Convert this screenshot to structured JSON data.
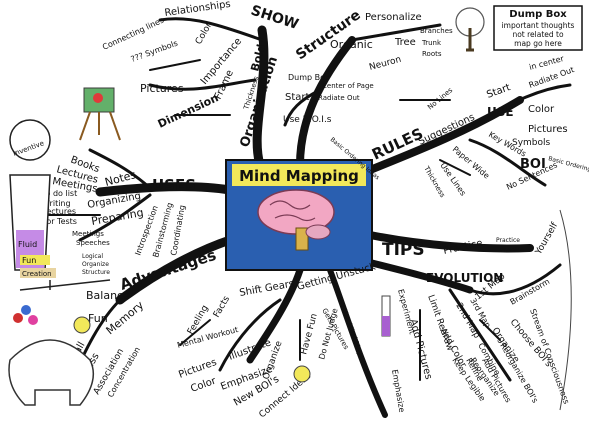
{
  "center": {
    "title": "Mind Mapping",
    "colors": {
      "frame_bg": "#2a5fb0",
      "brain": "#f2a7c3",
      "title_bg": "#f2e85a"
    }
  },
  "dump_box": {
    "title": "Dump Box",
    "lines": [
      "important thoughts",
      "not related to",
      "map go here"
    ]
  },
  "branches": {
    "show": {
      "title": "SHOW",
      "labels": [
        "Relationships",
        "Connecting lines",
        "??? Symbols",
        "Color",
        "Importance",
        "Pictures",
        "Dimension",
        "Frame",
        "Bold",
        "Thickness",
        "Organization"
      ]
    },
    "structure": {
      "title": "Structure",
      "labels": [
        "Personalize",
        "Organic",
        "Tree",
        "Branches",
        "Trunk",
        "Roots",
        "Neuron",
        "Dump Box",
        "Start",
        "Center of Page",
        "Radiate Out",
        "Use B.O.I.s",
        "Basic Ordering Ideas"
      ]
    },
    "rules": {
      "title": "RULES",
      "labels": [
        "No Lines",
        "Suggestions",
        "Start",
        "in center",
        "Radiate Out",
        "USE",
        "Color",
        "Pictures",
        "Symbols",
        "Key Words",
        "BOI",
        "Basic Ordering Idea",
        "No Sentences",
        "Paper Wide",
        "Use Lines",
        "Thickness"
      ]
    },
    "uses": {
      "title": "USES",
      "labels": [
        "Books",
        "Lectures",
        "Meetings",
        "To do list",
        "Writing",
        "Lectures",
        "Notes",
        "Organizing",
        "For Tests",
        "Preparing",
        "Meetings",
        "Speeches",
        "Introspection",
        "Brainstorming",
        "Coordinating"
      ]
    },
    "tips": {
      "title": "TIPS",
      "labels": [
        "Practice",
        "Practice",
        "Practice"
      ]
    },
    "advantages": {
      "title": "Advantages",
      "labels": [
        "Logical",
        "Organize",
        "Structure",
        "Balance",
        "Fun",
        "Memory",
        "Recall",
        "Access",
        "Association",
        "Concentration"
      ]
    },
    "bottom": {
      "labels": [
        "Shift Gears",
        "Getting Unstuck",
        "Gets Pictures",
        "Feeling",
        "Facts",
        "Mental Workout",
        "Pictures",
        "Illustrate",
        "Color",
        "Emphasize",
        "New BOI's",
        "Organize",
        "Connect Ideas",
        "Have Fun",
        "Do Not Judge",
        "Use Mind Maps",
        "Experiment",
        "Add Pictures",
        "Emphasize",
        "Limit Redraw",
        "Add Color",
        "Keep Legible",
        "Reorganize"
      ]
    },
    "evolution": {
      "title": "EVOLUTION",
      "labels": [
        "1st Map",
        "Brainstorm",
        "2nd Map",
        "3rd Map",
        "Organize",
        "Choose BOI's",
        "Combine",
        "Reorganize BOI's",
        "Refine",
        "Add Pictures",
        "Stream of Consciousness",
        "Yourself"
      ]
    },
    "left_art": {
      "labels": [
        "Inventive",
        "Fluid",
        "Fun",
        "Creation"
      ]
    }
  }
}
